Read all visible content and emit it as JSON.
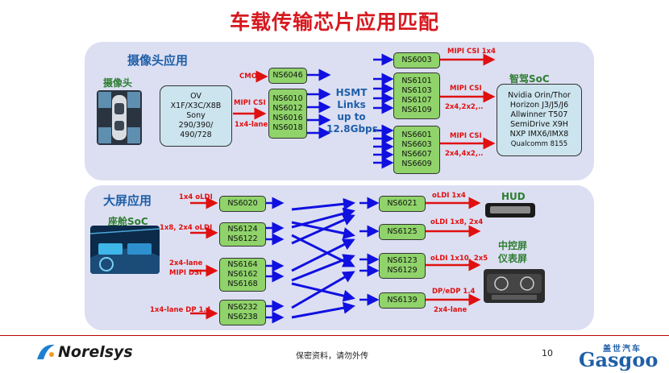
{
  "title": "车载传输芯片应用匹配",
  "camera": {
    "section": "摄像头应用",
    "label": "摄像头",
    "sensor_lines": [
      "OV",
      "X1F/X3C/X8B",
      "Sony",
      "290/390/",
      "490/728"
    ],
    "mipi_in": "MIPI CSI",
    "lane_in": "1x4-lane",
    "cmos": "CMOS",
    "chip_ns6046": "NS6046",
    "chip_ser": [
      "NS6010",
      "NS6012",
      "NS6016",
      "NS6018"
    ],
    "hsmt_lines": [
      "HSMT",
      "Links",
      "up to",
      "12.8Gbps"
    ],
    "chip_ns6003": "NS6003",
    "out_6003": "MIPI CSI 1x4",
    "chip_des1": [
      "NS6101",
      "NS6103",
      "NS6107",
      "NS6109"
    ],
    "out_des1_a": "MIPI CSI",
    "out_des1_b": "2x4,2x2,..",
    "chip_des2": [
      "NS6601",
      "NS6603",
      "NS6607",
      "NS6609"
    ],
    "out_des2_a": "MIPI CSI",
    "out_des2_b": "2x4,4x2,..",
    "soc_label": "智驾SoC",
    "soc_lines": [
      "Nvidia Orin/Thor",
      "Horizon J3/J5/J6",
      "Allwinner T507",
      "SemiDrive X9H",
      "NXP IMX6/IMX8",
      "Qualcomm 8155"
    ]
  },
  "display": {
    "section": "大屏应用",
    "cockpit_label": "座舱SoC",
    "in1": "1x4 oLDI",
    "chip_6020": "NS6020",
    "in2": "1x8, 2x4 oLDI",
    "chip_6124": [
      "NS6124",
      "NS6122"
    ],
    "in3_a": "2x4-lane",
    "in3_b": "MIPI DSI",
    "chip_6164": [
      "NS6164",
      "NS6162",
      "NS6168"
    ],
    "in4": "1x4-lane DP 1.4",
    "chip_6232": [
      "NS6232",
      "NS6238"
    ],
    "chip_6021": "NS6021",
    "out_6021": "oLDI 1x4",
    "chip_6125": "NS6125",
    "out_6125": "oLDI 1x8, 2x4",
    "chip_6123": [
      "NS6123",
      "NS6129"
    ],
    "out_6123": "oLDI 1x10, 2x5",
    "chip_6139": "NS6139",
    "out_6139_a": "DP/eDP 1.4",
    "out_6139_b": "2x4-lane",
    "hud": "HUD",
    "center": "中控屏",
    "cluster": "仪表屏"
  },
  "footer": {
    "company": "Norelsys",
    "confidential": "保密资料，请勿外传",
    "page": "10",
    "brand_cn": "盖世汽车",
    "brand_en": "Gasgoo"
  },
  "colors": {
    "arrow_blue": "#1010e0",
    "arrow_red": "#e01010",
    "chip_green": "#8fd36a",
    "panel": "#dcdff2"
  }
}
